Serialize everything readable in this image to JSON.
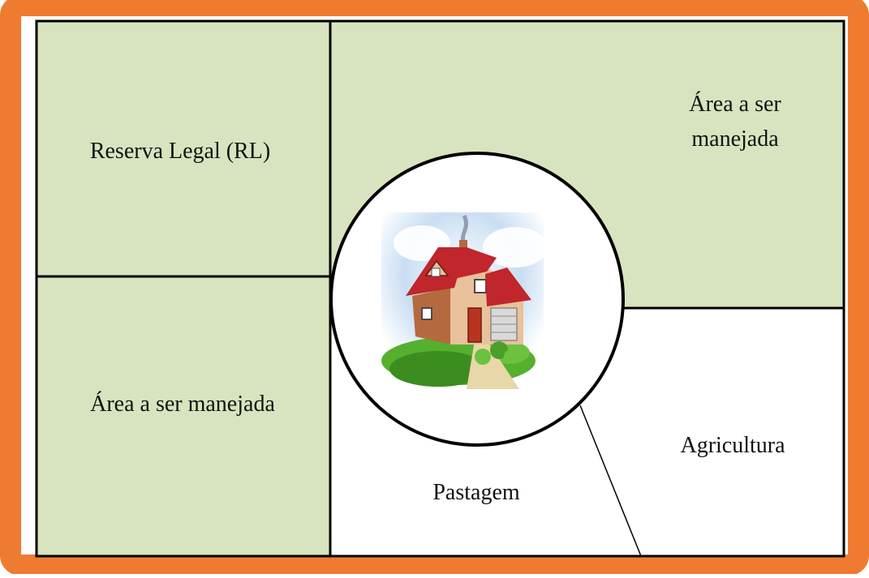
{
  "colors": {
    "frame_border": "#ee7b30",
    "background": "#ffffff",
    "managed_area_fill": "#d8e4bf",
    "line": "#000000",
    "roof": "#c0262c",
    "house_wall": "#e9c19a",
    "brick": "#b4693e",
    "grass": "#55b02e",
    "sky": "#9cc4e6"
  },
  "regions": {
    "reserva_legal": "Reserva Legal (RL)",
    "area_manejada_left": "Área a ser manejada",
    "area_manejada_top_line1": "Área a ser",
    "area_manejada_top_line2": "manejada",
    "agricultura": "Agricultura",
    "pastagem": "Pastagem"
  },
  "center": {
    "icon": "house-icon"
  }
}
